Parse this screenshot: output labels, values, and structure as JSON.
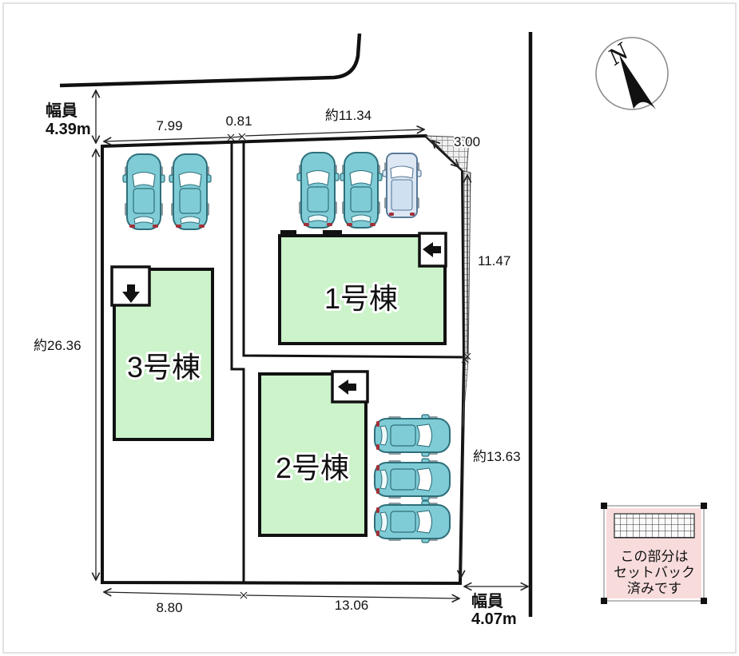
{
  "plan": {
    "road_top": {
      "label_l1": "幅員",
      "label_l2": "4.39m"
    },
    "road_right": {
      "label_l1": "幅員",
      "label_l2": "4.07m"
    },
    "dims": {
      "top1": "7.99",
      "top2": "0.81",
      "top3": "約11.34",
      "corner": "3.00",
      "right_upper": "11.47",
      "right_lower": "約13.63",
      "left": "約26.36",
      "bottom1": "8.80",
      "bottom2": "13.06"
    },
    "buildings": [
      {
        "label": "1号棟"
      },
      {
        "label": "2号棟"
      },
      {
        "label": "3号棟"
      }
    ],
    "compass": {
      "label": "N"
    },
    "legend": {
      "line1": "この部分は",
      "line2": "セットバック",
      "line3": "済みです"
    },
    "colors": {
      "building_fill": "#ccf3ca",
      "car_teal": "#7fccd6",
      "van_pale": "#dde8f4",
      "legend_pink": "#f8dcdc",
      "line_black": "#111111"
    }
  }
}
